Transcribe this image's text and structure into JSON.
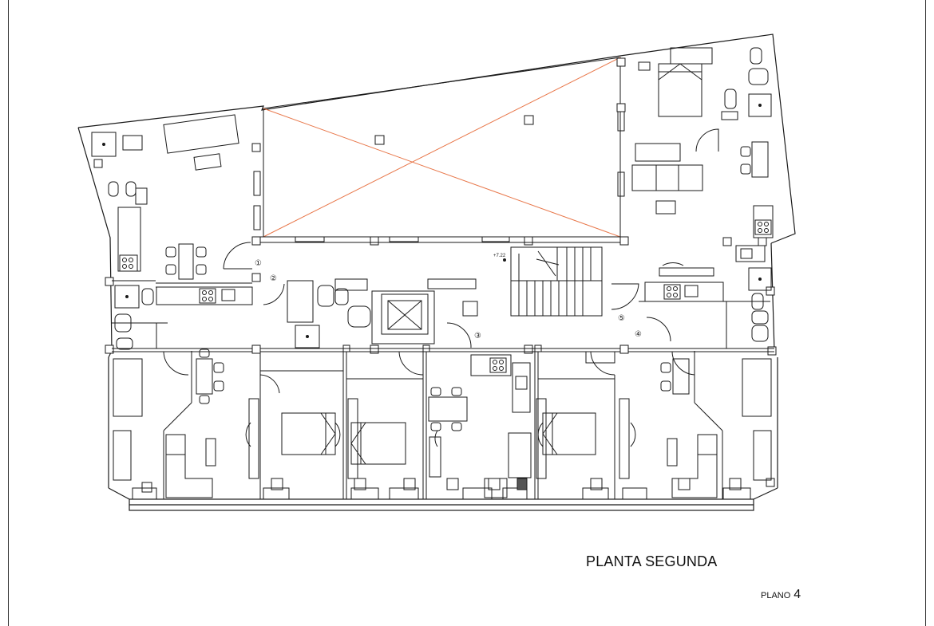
{
  "drawing": {
    "title": "PLANTA SEGUNDA",
    "plan_label": "PLANO",
    "plan_number": "4",
    "level_mark": "+7.22",
    "markers": [
      "①",
      "②",
      "③",
      "④",
      "⑤"
    ]
  },
  "colors": {
    "line": "#1a1a1a",
    "void_cross": "#e8774a",
    "fill": "#ffffff"
  }
}
